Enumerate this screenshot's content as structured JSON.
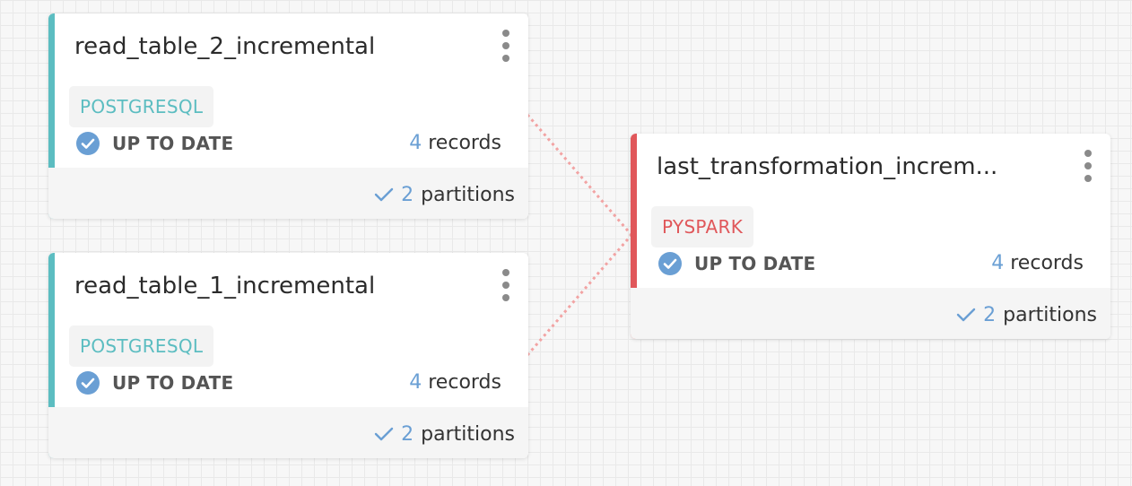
{
  "colors": {
    "postgres_accent": "#5cbdc1",
    "pyspark_accent": "#e0575a",
    "edge": "#f2a3a3",
    "number": "#6a9fd4"
  },
  "nodes": [
    {
      "title": "read_table_2_incremental",
      "engine": "POSTGRESQL",
      "status": "UP TO DATE",
      "records_count": "4",
      "records_label": "records",
      "partitions_count": "2",
      "partitions_label": "partitions"
    },
    {
      "title": "read_table_1_incremental",
      "engine": "POSTGRESQL",
      "status": "UP TO DATE",
      "records_count": "4",
      "records_label": "records",
      "partitions_count": "2",
      "partitions_label": "partitions"
    },
    {
      "title": "last_transformation_increm...",
      "engine": "PYSPARK",
      "status": "UP TO DATE",
      "records_count": "4",
      "records_label": "records",
      "partitions_count": "2",
      "partitions_label": "partitions"
    }
  ]
}
